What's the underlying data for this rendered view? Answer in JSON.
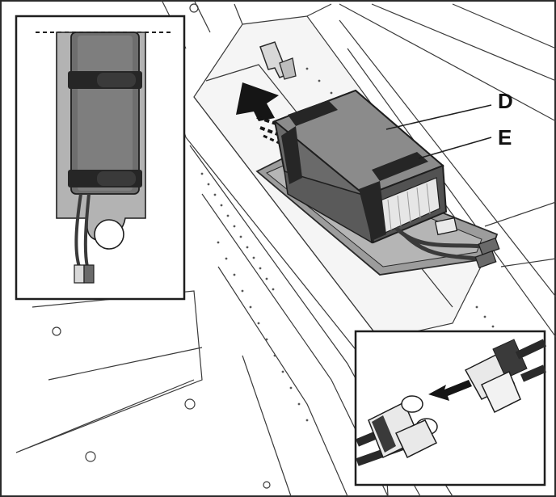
{
  "illustration": {
    "callouts": [
      {
        "id": "D",
        "text": "D"
      },
      {
        "id": "E",
        "text": "E"
      }
    ],
    "colors": {
      "outline": "#2a2a2a",
      "fuselage": "#f3f3f3",
      "battery_dark": "#5d5d5d",
      "battery_mid": "#7a7a7a",
      "battery_light": "#9a9a9a",
      "strap": "#262626",
      "tray": "#9c9c9c",
      "connector_light": "#e9e9e9",
      "wire": "#3a3a3a"
    },
    "insets": [
      {
        "name": "battery-top-view-inset"
      },
      {
        "name": "connector-detail-inset"
      }
    ],
    "arrows": [
      {
        "name": "forward-direction-arrow"
      },
      {
        "name": "connect-direction-arrow"
      }
    ]
  }
}
